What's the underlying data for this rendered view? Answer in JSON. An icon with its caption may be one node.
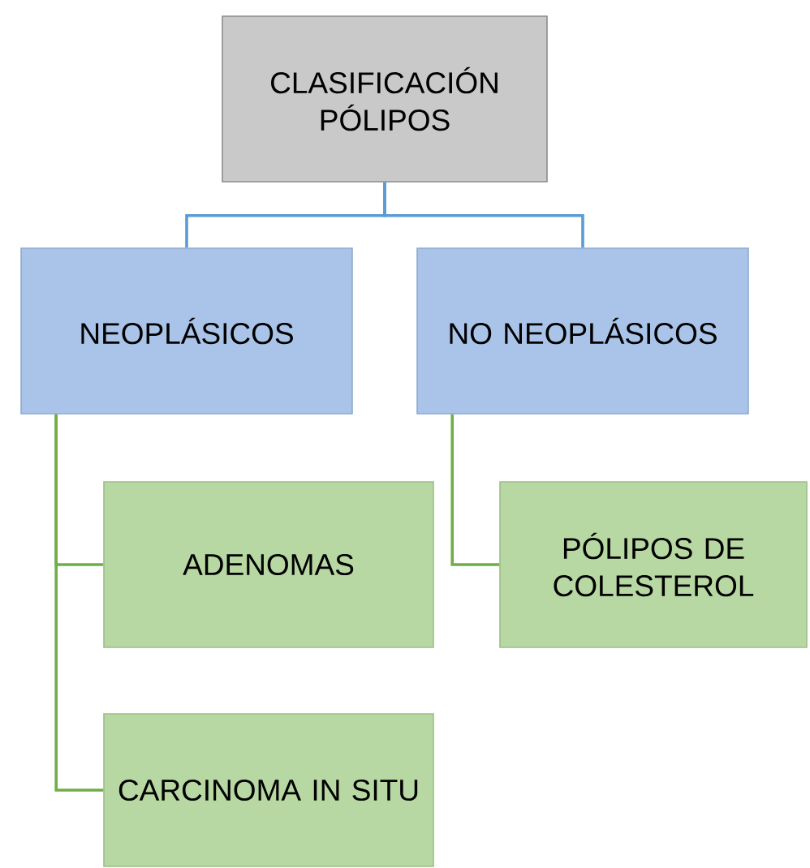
{
  "diagram": {
    "nodes": [
      {
        "text": [
          "CLASIFICACIÓN PÓLIPOS"
        ]
      },
      {
        "text": [
          "NEOPLÁSICOS"
        ]
      },
      {
        "text": [
          "NO NEOPLÁSICOS"
        ]
      },
      {
        "text": [
          "ADENOMAS"
        ]
      },
      {
        "text": [
          "CARCINOMA IN SITU"
        ]
      },
      {
        "text": [
          "PÓLIPOS DE COLESTEROL"
        ]
      }
    ],
    "edges": [
      {
        "from": 0,
        "to": 1,
        "arrow": "none",
        "color": "#5b9bd5"
      },
      {
        "from": 0,
        "to": 2,
        "arrow": "none",
        "color": "#5b9bd5"
      },
      {
        "from": 1,
        "to": 3,
        "arrow": "none"
      },
      {
        "from": 1,
        "to": 4,
        "arrow": "none"
      },
      {
        "from": 2,
        "to": 5,
        "arrow": "none"
      }
    ]
  }
}
